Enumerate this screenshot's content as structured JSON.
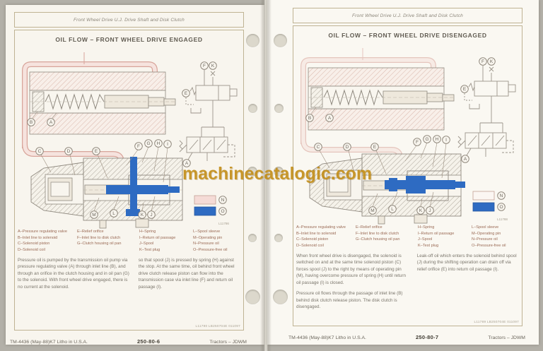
{
  "watermark": {
    "text": "machinecatalogic.com",
    "color": "#c18a10"
  },
  "callouts": {
    "a": "A",
    "b": "B",
    "c": "C",
    "d": "D",
    "e": "E",
    "f": "F",
    "g": "G",
    "h": "H",
    "i": "I",
    "j": "J",
    "k": "K",
    "l": "L",
    "m": "M",
    "n": "N",
    "o": "O"
  },
  "colors": {
    "pressure_oil": "#f5dbd6",
    "pressure_free_oil": "#2e6bc2",
    "page": "#f8f5ee"
  },
  "pages": [
    {
      "header": "Front Wheel Drive U.J. Drive Shaft and Disk Clutch",
      "title": "OIL FLOW – FRONT WHEEL DRIVE ENGAGED",
      "legend": {
        "col1": [
          "A–Pressure regulating valve",
          "B–Inlet line to solenoid",
          "C–Solenoid piston",
          "D–Solenoid coil"
        ],
        "col2": [
          "E–Relief orifice",
          "F–Inlet line to disk clutch",
          "G–Clutch housing oil pan"
        ],
        "col3": [
          "H–Spring",
          "I–Return oil passage",
          "J–Spool",
          "K–Test plug"
        ],
        "col4": [
          "L–Spool sleeve",
          "M–Operating pin",
          "N–Pressure oil",
          "O–Pressure-free oil"
        ]
      },
      "body": {
        "col1": [
          "Pressure oil is pumped by the transmission oil pump via pressure regulating valve (A) through inlet line (B), and through an orifice in the clutch housing and in oil pan (G) to the solenoid. With front wheel drive engaged, there is no current at the solenoid."
        ],
        "col2": [
          "so that spool (J) is pressed by spring (H) against the stop. At the same time, oil behind front wheel drive clutch release piston can flow into the transmission case via inlet line (F) and return oil passage (I)."
        ]
      },
      "fig_ref_small": "L11786",
      "fig_ref": "L11790 LB250704E 011097",
      "footer": {
        "left": "TM-4436 (May-88)K7 Litho in U.S.A.",
        "center": "250-80-6",
        "right": "Tractors – JDWM"
      }
    },
    {
      "header": "Front Wheel Drive U.J. Drive Shaft and Disk Clutch",
      "title": "OIL FLOW – FRONT WHEEL DRIVE DISENGAGED",
      "legend": {
        "col1": [
          "A–Pressure regulating valve",
          "B–Inlet line to solenoid",
          "C–Solenoid piston",
          "D–Solenoid coil"
        ],
        "col2": [
          "E–Relief orifice",
          "F–Inlet line to disk clutch",
          "G–Clutch housing oil pan"
        ],
        "col3": [
          "H–Spring",
          "I–Return oil passage",
          "J–Spool",
          "K–Test plug"
        ],
        "col4": [
          "L–Spool sleeve",
          "M–Operating pin",
          "N–Pressure oil",
          "O–Pressure-free oil"
        ]
      },
      "body": {
        "col1": [
          "When front wheel drive is disengaged, the solenoid is switched on and at the same time solenoid piston (C) forces spool (J) to the right by means of operating pin (M), having overcome pressure of spring (H) until return oil passage (I) is closed.",
          "Pressure oil flows through the passage of inlet line (B) behind disk clutch release piston. The disk clutch is disengaged."
        ],
        "col2": [
          "Leak-off oil which enters the solenoid behind spool (J) during the shifting operation can drain off via relief orifice (E) into return oil passage (I)."
        ]
      },
      "fig_ref_small": "L11788",
      "fig_ref": "L11789 LB250704E 011097",
      "footer": {
        "left": "TM-4436 (May-88)K7 Litho in U.S.A.",
        "center": "250-80-7",
        "right": "Tractors – JDWM"
      }
    }
  ]
}
